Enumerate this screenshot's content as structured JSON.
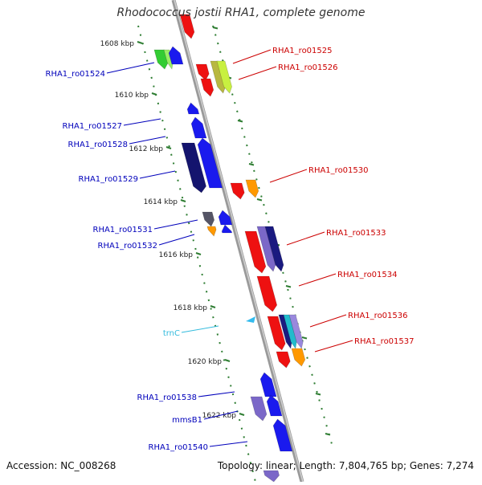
{
  "title": "Rhodococcus jostii RHA1, complete genome",
  "footer": {
    "accession": "Accession: NC_008268",
    "summary": "Topology: linear; Length: 7,804,765 bp; Genes: 7,274"
  },
  "colors": {
    "axis": "#8c8c8c",
    "ruler_ticks": "#2e7d32",
    "left_label": "#0000bb",
    "right_label": "#cc0000",
    "rna_label": "#33bbdd"
  },
  "ruler": [
    "1608 kbp",
    "1610 kbp",
    "1612 kbp",
    "1614 kbp",
    "1616 kbp",
    "1618 kbp",
    "1620 kbp",
    "1622 kbp"
  ],
  "left_labels": [
    {
      "text": "RHA1_ro01524",
      "color": "blue"
    },
    {
      "text": "RHA1_ro01527",
      "color": "blue"
    },
    {
      "text": "RHA1_ro01528",
      "color": "blue"
    },
    {
      "text": "RHA1_ro01529",
      "color": "blue"
    },
    {
      "text": "RHA1_ro01531",
      "color": "blue"
    },
    {
      "text": "RHA1_ro01532",
      "color": "blue"
    },
    {
      "text": "trnC",
      "color": "cyan"
    },
    {
      "text": "RHA1_ro01538",
      "color": "blue"
    },
    {
      "text": "mmsB1",
      "color": "blue"
    },
    {
      "text": "RHA1_ro01540",
      "color": "blue"
    }
  ],
  "right_labels": [
    {
      "text": "RHA1_ro01525"
    },
    {
      "text": "RHA1_ro01526"
    },
    {
      "text": "RHA1_ro01530"
    },
    {
      "text": "RHA1_ro01533"
    },
    {
      "text": "RHA1_ro01534"
    },
    {
      "text": "RHA1_ro01536"
    },
    {
      "text": "RHA1_ro01537"
    }
  ]
}
